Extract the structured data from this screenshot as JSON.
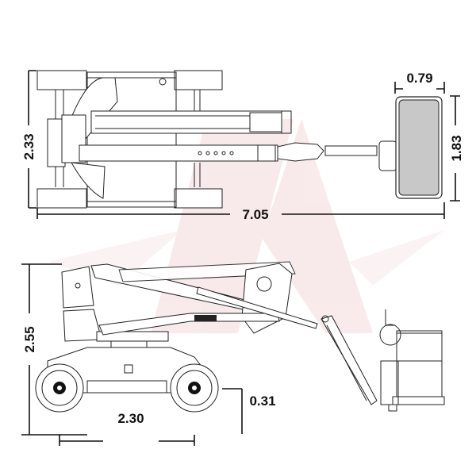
{
  "diagram": {
    "title_views": [
      "top-view",
      "side-view"
    ],
    "dimensions": {
      "overall_length": "7.05",
      "overall_width": "2.33",
      "platform_width": "0.79",
      "platform_length": "1.83",
      "stowed_height": "2.55",
      "wheelbase": "2.30",
      "ground_clearance": "0.31"
    },
    "colors": {
      "line": "#222222",
      "platform_fill": "#c8c8c8",
      "watermark": "#f3d6d6"
    }
  }
}
